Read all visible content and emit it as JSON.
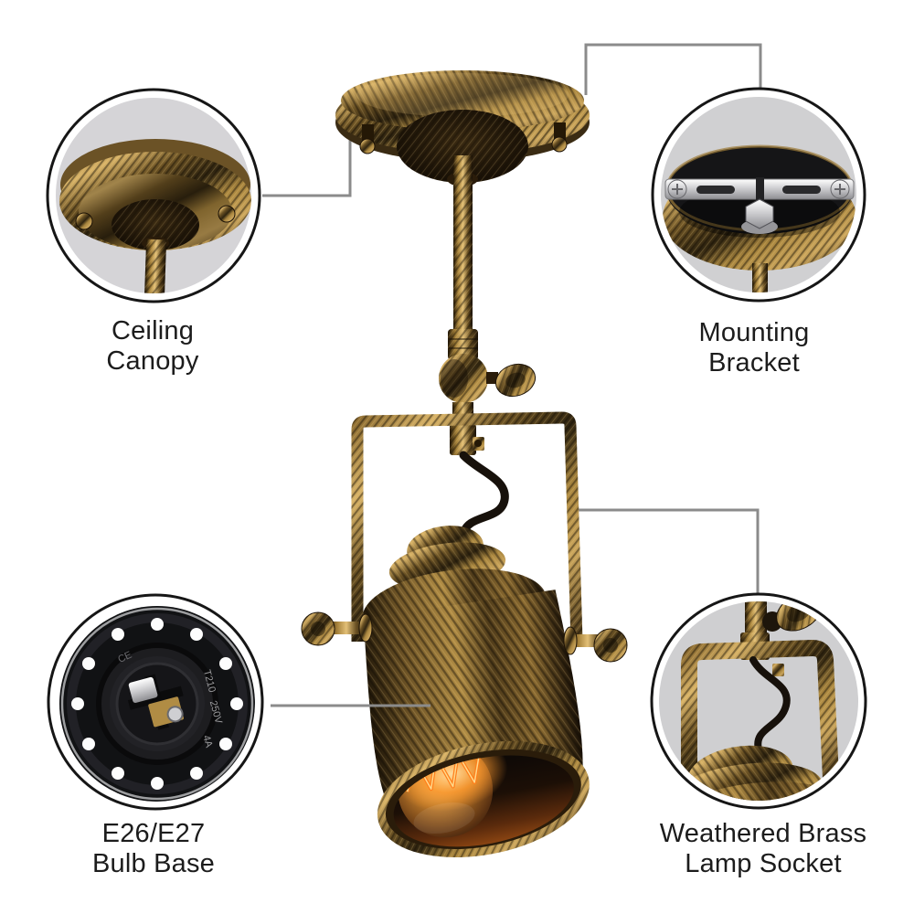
{
  "page": {
    "kind": "product parts callout diagram",
    "background": "#ffffff"
  },
  "colors": {
    "brass_accent": "#a9853f",
    "brass_dark": "#2f2410",
    "brass_light": "#d7b267",
    "connector_line": "#8b8b8b",
    "inset_background_gray": "#d3d2d6",
    "label_text": "#1c1c1c",
    "filament_glow": "#ff8a1e",
    "socket_black": "#121214",
    "bracket_silver": "#c9c9cc"
  },
  "callouts": {
    "ceiling_canopy": {
      "line1": "Ceiling",
      "line2": "Canopy"
    },
    "mounting_bracket": {
      "line1": "Mounting",
      "line2": "Bracket"
    },
    "bulb_base": {
      "line1": "E26/E27",
      "line2": "Bulb Base"
    },
    "lamp_socket": {
      "line1": "Weathered Brass",
      "line2": "Lamp Socket"
    }
  },
  "socket_markings": {
    "model": "T210",
    "voltage": "250V",
    "amps": "4A",
    "ce": "CE"
  }
}
